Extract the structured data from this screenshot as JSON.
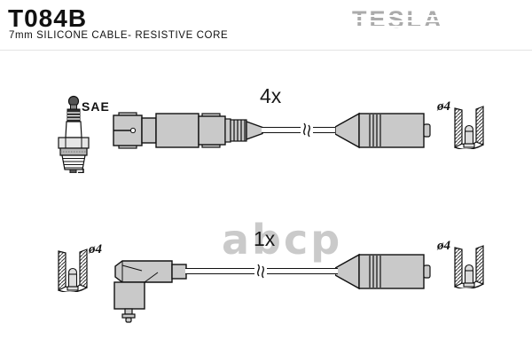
{
  "header": {
    "part_number": "T084B",
    "subtitle": "7mm SILICONE CABLE- RESISTIVE CORE",
    "brand": "TESLA"
  },
  "labels": {
    "top_quantity": "4x",
    "bottom_quantity": "1x",
    "spark_plug_standard": "SAE",
    "terminal_diameter_top": "ø4",
    "terminal_diameter_bottom_left": "ø4",
    "terminal_diameter_bottom_right": "ø4"
  },
  "watermark": "abcp",
  "colors": {
    "outline": "#1a1a1a",
    "part_fill": "#c9c9c9",
    "brand_gray": "#ababab",
    "watermark_gray": "#cacaca"
  }
}
